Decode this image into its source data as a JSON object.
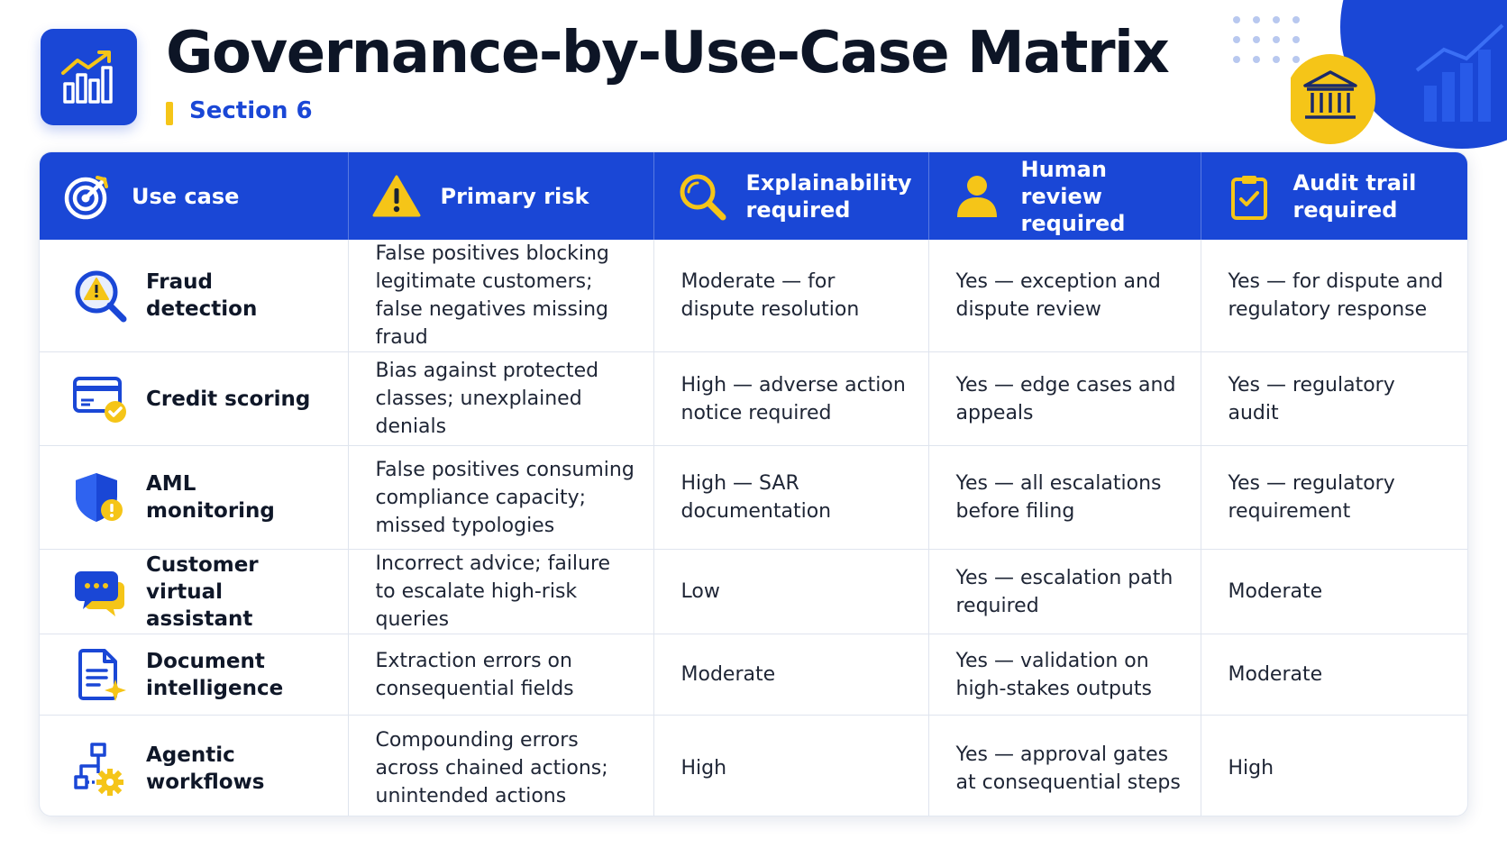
{
  "header": {
    "title": "Governance-by-Use-Case Matrix",
    "subtitle": "Section 6"
  },
  "colors": {
    "brand_blue": "#1a47d6",
    "accent_yellow": "#f5c518",
    "text_dark": "#0d1526"
  },
  "table": {
    "columns": [
      {
        "label": "Use case",
        "icon": "target-icon"
      },
      {
        "label": "Primary risk",
        "icon": "warning-icon"
      },
      {
        "label": "Explainability required",
        "icon": "magnifier-icon"
      },
      {
        "label": "Human review required",
        "icon": "person-icon"
      },
      {
        "label": "Audit trail required",
        "icon": "clipboard-check-icon"
      }
    ],
    "rows": [
      {
        "use_case": "Fraud detection",
        "icon": "magnifier-warning-icon",
        "risk": "False positives blocking legitimate customers; false negatives missing fraud",
        "explainability": "Moderate — for dispute resolution",
        "human_review": "Yes — exception and dispute review",
        "audit_trail": "Yes — for dispute and regulatory response"
      },
      {
        "use_case": "Credit scoring",
        "icon": "credit-card-check-icon",
        "risk": "Bias against protected classes; unexplained denials",
        "explainability": "High — adverse action notice required",
        "human_review": "Yes — edge cases and appeals",
        "audit_trail": "Yes — regulatory audit"
      },
      {
        "use_case": "AML monitoring",
        "icon": "shield-alert-icon",
        "risk": "False positives consuming compliance capacity; missed typologies",
        "explainability": "High — SAR documentation",
        "human_review": "Yes — all escalations before filing",
        "audit_trail": "Yes — regulatory requirement"
      },
      {
        "use_case": "Customer virtual assistant",
        "icon": "chat-bubble-icon",
        "risk": "Incorrect advice; failure to escalate high-risk queries",
        "explainability": "Low",
        "human_review": "Yes — escalation path required",
        "audit_trail": "Moderate"
      },
      {
        "use_case": "Document intelligence",
        "icon": "document-sparkle-icon",
        "risk": "Extraction errors on consequential fields",
        "explainability": "Moderate",
        "human_review": "Yes — validation on high-stakes outputs",
        "audit_trail": "Moderate"
      },
      {
        "use_case": "Agentic workflows",
        "icon": "workflow-gear-icon",
        "risk": "Compounding errors across chained actions; unintended actions",
        "explainability": "High",
        "human_review": "Yes — approval gates at consequential steps",
        "audit_trail": "High"
      }
    ]
  }
}
